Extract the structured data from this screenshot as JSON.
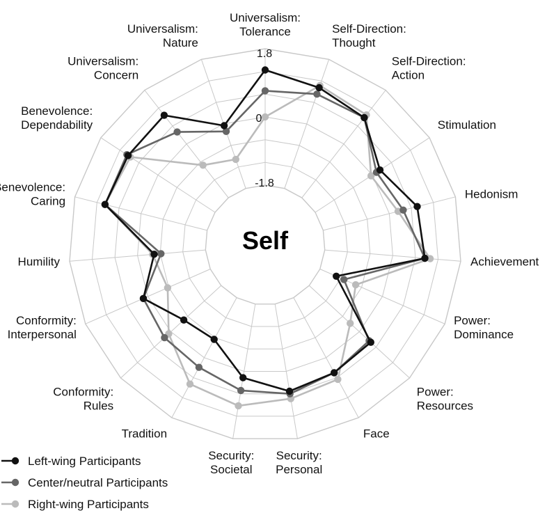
{
  "chart_data": {
    "type": "radar",
    "center_label": "Self",
    "rlim": [
      -1.8,
      1.8
    ],
    "tick_labels": [
      "1.8",
      "0",
      "-1.8"
    ],
    "categories": [
      [
        "Universalism:",
        "Tolerance"
      ],
      [
        "Self-Direction:",
        "Thought"
      ],
      [
        "Self-Direction:",
        "Action"
      ],
      [
        "Stimulation"
      ],
      [
        "Hedonism"
      ],
      [
        "Achievement"
      ],
      [
        "Power:",
        "Dominance"
      ],
      [
        "Power:",
        "Resources"
      ],
      [
        "Face"
      ],
      [
        "Security:",
        "Personal"
      ],
      [
        "Security:",
        "Societal"
      ],
      [
        "Tradition"
      ],
      [
        "Conformity:",
        "Rules"
      ],
      [
        "Conformity:",
        "Interpersonal"
      ],
      [
        "Humility"
      ],
      [
        "Benevolence:",
        "Caring"
      ],
      [
        "Benevolence:",
        "Dependability"
      ],
      [
        "Universalism:",
        "Concern"
      ],
      [
        "Universalism:",
        "Nature"
      ]
    ],
    "series": [
      {
        "name": "Left-wing Participants",
        "color": "#111111",
        "values": [
          1.24,
          1.01,
          0.88,
          0.24,
          0.76,
          0.85,
          -1.33,
          0.41,
          0.45,
          0.53,
          0.17,
          -0.55,
          -0.46,
          0.13,
          -0.44,
          0.98,
          0.94,
          0.96,
          -0.05
        ]
      },
      {
        "name": "Center/neutral Participants",
        "color": "#666666",
        "values": [
          0.69,
          0.83,
          0.88,
          0.13,
          0.38,
          0.85,
          -1.11,
          0.35,
          0.45,
          0.6,
          0.51,
          0.29,
          0.23,
          0.13,
          -0.62,
          0.98,
          0.98,
          0.4,
          -0.21
        ]
      },
      {
        "name": "Right-wing Participants",
        "color": "#bbbbbb",
        "values": [
          0.0,
          1.07,
          0.97,
          -0.04,
          0.24,
          0.99,
          -0.77,
          -0.33,
          0.65,
          0.73,
          0.92,
          0.79,
          0.08,
          -0.57,
          -0.4,
          0.98,
          0.87,
          -0.71,
          -0.99
        ]
      }
    ],
    "legend": {
      "position": "bottom-left"
    }
  }
}
